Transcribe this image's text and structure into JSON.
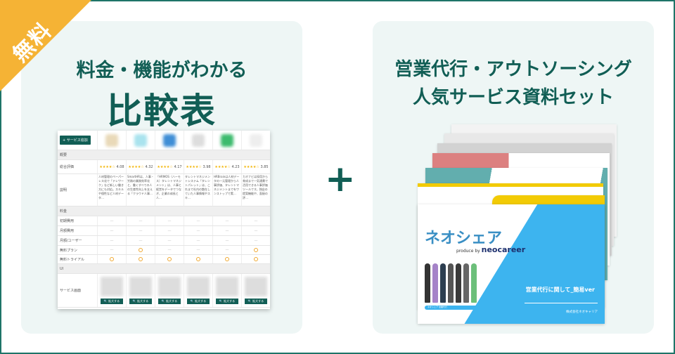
{
  "badge": "無料",
  "left": {
    "title_line1": "料金・機能がわかる",
    "title_line2": "比較表"
  },
  "right": {
    "title_line1": "営業代行・アウトソーシング",
    "title_line2": "人気サービス資料セット"
  },
  "plus": "+",
  "table": {
    "add_button": "+ サービス追加",
    "logo_colors": [
      "#e9d9b8",
      "#a9e3ee",
      "#3f8ed6",
      "#dddddd",
      "#3dbb6e",
      "#eeeeee"
    ],
    "rows": {
      "overview": "概要",
      "rating": "総合評価",
      "description": "説明",
      "pricing": "料金",
      "initial": "初期費用",
      "monthly": "月額費用",
      "per_user": "月額/ユーザー",
      "free_plan": "無料プラン",
      "free_trial": "無料トライアル",
      "ui": "UI",
      "screens": "サービス画面"
    },
    "ratings": [
      "4.08",
      "4.32",
      "4.17",
      "3.98",
      "4.23",
      "3.85"
    ],
    "stars": "★★★★☆",
    "descriptions": [
      "人材管理のペーパーレス化で「テレワーク」など新しい働き方にも対応。スキルや個性など人材データ…",
      "SmartHRは、人事・労務の業務効率化と、働くすべての人の生産性向上を支える「クラウド人事…",
      "「HRMOS（ハーモス）タレントマネジメント」は、人事と経営をデータでつなぎ、企業の成長と人…",
      "タレントマネジメントシステム「タレントパレット」は、これまで社内の散在していた人事情報やスキ…",
      "HRBrainは人材データの一元管理から人事評価、タレントマネジメントまでをワンストップで実…",
      "カオナビは採用から育成まで一気通貫で活用できる人事評価ツールです。独自の提案機能や、面接の評…"
    ],
    "dash": "—",
    "free_plan": [
      false,
      true,
      false,
      false,
      false,
      true
    ],
    "free_trial": [
      true,
      true,
      true,
      true,
      true,
      true
    ],
    "zoom_button": "拡大する"
  },
  "brochure": {
    "logo": "ネオシェア",
    "produce_by": "produce by",
    "brand": "neocareer",
    "search_text": "ネオシェア 営業代行",
    "title": "営業代行に関して_簡易ver",
    "company": "株式会社ネオキャリア",
    "colors": {
      "blue": "#3db4ef",
      "yellow": "#f2cb05",
      "teal": "#62aeae",
      "pink": "#dc8080"
    }
  }
}
